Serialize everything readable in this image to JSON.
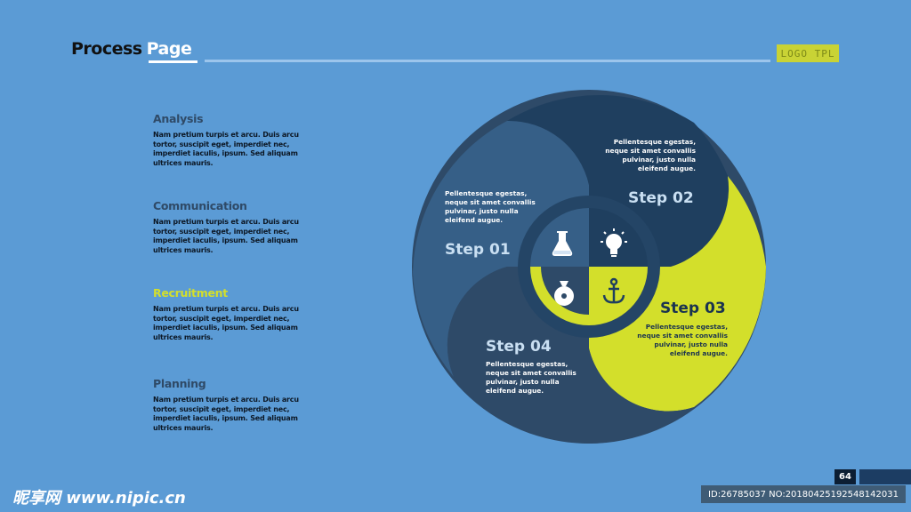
{
  "header": {
    "title_part1": "Process",
    "title_part2": "Page",
    "logo": "LOGO TPL"
  },
  "sidebar": {
    "items": [
      {
        "heading": "Analysis",
        "text": "Nam pretium turpis et arcu. Duis arcu tortor, suscipit eget, imperdiet nec, imperdiet iaculis, ipsum. Sed aliquam ultrices mauris."
      },
      {
        "heading": "Communication",
        "text": "Nam pretium turpis et arcu. Duis arcu tortor, suscipit eget, imperdiet nec, imperdiet iaculis, ipsum. Sed aliquam ultrices mauris."
      },
      {
        "heading": "Recruitment",
        "text": "Nam pretium turpis et arcu. Duis arcu tortor, suscipit eget, imperdiet nec, imperdiet iaculis, ipsum. Sed aliquam ultrices mauris."
      },
      {
        "heading": "Planning",
        "text": "Nam pretium turpis et arcu. Duis arcu tortor, suscipit eget, imperdiet nec, imperdiet iaculis, ipsum. Sed aliquam ultrices mauris."
      }
    ]
  },
  "diagram": {
    "steps": [
      {
        "label": "Step 01",
        "text": [
          "Pellentesque egestas,",
          "neque sit amet convallis",
          "pulvinar, justo nulla",
          "eleifend augue."
        ],
        "icon": "flask-icon"
      },
      {
        "label": "Step 02",
        "text": [
          "Pellentesque egestas,",
          "neque sit amet convallis",
          "pulvinar, justo nulla",
          "eleifend augue."
        ],
        "icon": "lightbulb-icon"
      },
      {
        "label": "Step 03",
        "text": [
          "Pellentesque egestas,",
          "neque sit amet convallis",
          "pulvinar, justo nulla",
          "eleifend augue."
        ],
        "icon": "anchor-icon"
      },
      {
        "label": "Step 04",
        "text": [
          "Pellentesque egestas,",
          "neque sit amet convallis",
          "pulvinar, justo nulla",
          "eleifend augue."
        ],
        "icon": "money-bag-icon"
      }
    ]
  },
  "footer": {
    "page_number": "64",
    "watermark_left": "昵享网 www.nipic.cn",
    "watermark_right": "ID:26785037 NO:20180425192548142031"
  },
  "colors": {
    "background": "#5b9bd5",
    "step1": "#365f87",
    "step2": "#1f3f5f",
    "step3": "#d3df2b",
    "step4": "#2e4a68",
    "accent": "#d3df2b"
  }
}
